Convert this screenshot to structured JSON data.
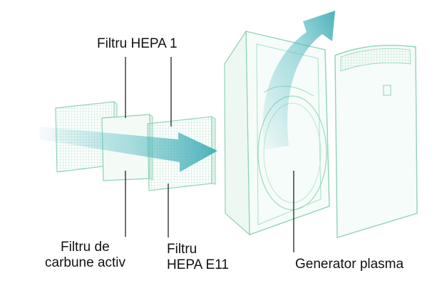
{
  "labels": {
    "hepa1": "Filtru HEPA 1",
    "carbon_line1": "Filtru de",
    "carbon_line2": "carbune activ",
    "hepa_e11_line1": "Filtru",
    "hepa_e11_line2": "HEPA E11",
    "plasma": "Generator plasma"
  },
  "colors": {
    "frame_stroke": "#8fd3b6",
    "airflow": "#4fb8c0",
    "leader_line": "#111111"
  }
}
